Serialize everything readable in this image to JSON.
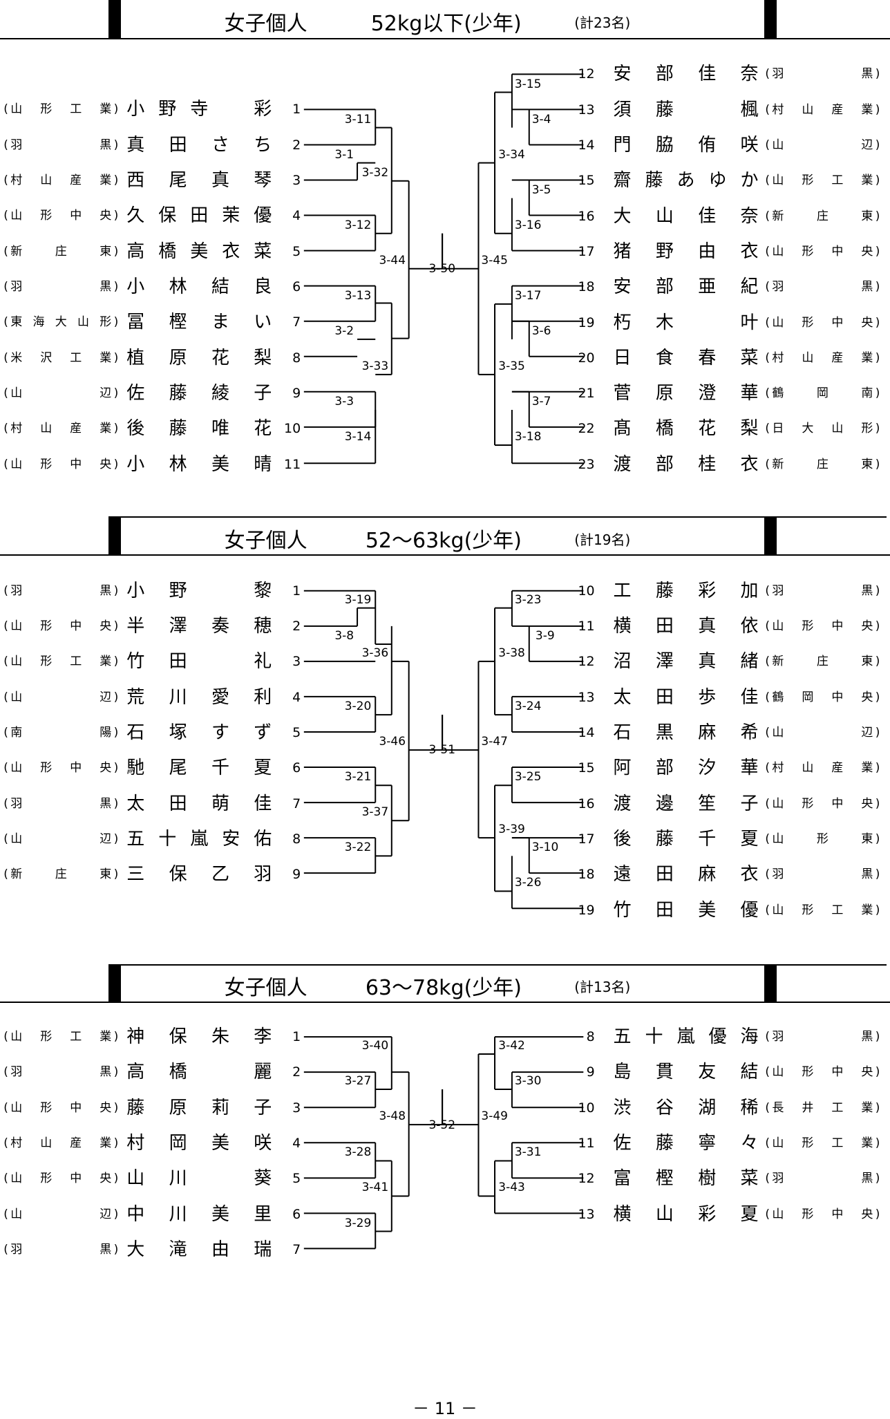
{
  "sections": [
    {
      "title": "女子個人",
      "weight": "52kg以下(少年)",
      "count": "(計23名)",
      "left": [
        {
          "school": "山形工業",
          "name": "小野寺　彩",
          "num": "1"
        },
        {
          "school": "羽黒",
          "name": "真田さち",
          "num": "2"
        },
        {
          "school": "村山産業",
          "name": "西尾真琴",
          "num": "3"
        },
        {
          "school": "山形中央",
          "name": "久保田茉優",
          "num": "4"
        },
        {
          "school": "新庄東",
          "name": "高橋美衣菜",
          "num": "5"
        },
        {
          "school": "羽黒",
          "name": "小林結良",
          "num": "6"
        },
        {
          "school": "東海大山形",
          "name": "冨樫まい",
          "num": "7"
        },
        {
          "school": "米沢工業",
          "name": "植原花梨",
          "num": "8"
        },
        {
          "school": "山辺",
          "name": "佐藤綾子",
          "num": "9"
        },
        {
          "school": "村山産業",
          "name": "後藤唯花",
          "num": "10"
        },
        {
          "school": "山形中央",
          "name": "小林美晴",
          "num": "11"
        }
      ],
      "right": [
        {
          "num": "12",
          "name": "安部佳奈",
          "school": "羽黒"
        },
        {
          "num": "13",
          "name": "須藤　楓",
          "school": "村山産業"
        },
        {
          "num": "14",
          "name": "門脇侑咲",
          "school": "山辺"
        },
        {
          "num": "15",
          "name": "齋藤あゆか",
          "school": "山形工業"
        },
        {
          "num": "16",
          "name": "大山佳奈",
          "school": "新庄東"
        },
        {
          "num": "17",
          "name": "猪野由衣",
          "school": "山形中央"
        },
        {
          "num": "18",
          "name": "安部亜紀",
          "school": "羽黒"
        },
        {
          "num": "19",
          "name": "朽木　叶",
          "school": "山形中央"
        },
        {
          "num": "20",
          "name": "日食春菜",
          "school": "村山産業"
        },
        {
          "num": "21",
          "name": "菅原澄華",
          "school": "鶴岡南"
        },
        {
          "num": "22",
          "name": "髙橋花梨",
          "school": "日大山形"
        },
        {
          "num": "23",
          "name": "渡部桂衣",
          "school": "新庄東"
        }
      ],
      "labels": [
        "3-11",
        "3-1",
        "3-32",
        "3-12",
        "3-44",
        "3-13",
        "3-2",
        "3-33",
        "3-3",
        "3-14",
        "3-50",
        "3-45",
        "3-15",
        "3-4",
        "3-34",
        "3-5",
        "3-16",
        "3-17",
        "3-6",
        "3-35",
        "3-7",
        "3-18"
      ]
    },
    {
      "title": "女子個人",
      "weight": "52～63kg(少年)",
      "count": "(計19名)",
      "left": [
        {
          "school": "羽黒",
          "name": "小野　黎",
          "num": "1"
        },
        {
          "school": "山形中央",
          "name": "半澤奏穂",
          "num": "2"
        },
        {
          "school": "山形工業",
          "name": "竹田　礼",
          "num": "3"
        },
        {
          "school": "山辺",
          "name": "荒川愛利",
          "num": "4"
        },
        {
          "school": "南陽",
          "name": "石塚すず",
          "num": "5"
        },
        {
          "school": "山形中央",
          "name": "馳尾千夏",
          "num": "6"
        },
        {
          "school": "羽黒",
          "name": "太田萌佳",
          "num": "7"
        },
        {
          "school": "山辺",
          "name": "五十嵐安佑",
          "num": "8"
        },
        {
          "school": "新庄東",
          "name": "三保乙羽",
          "num": "9"
        }
      ],
      "right": [
        {
          "num": "10",
          "name": "工藤彩加",
          "school": "羽黒"
        },
        {
          "num": "11",
          "name": "横田真依",
          "school": "山形中央"
        },
        {
          "num": "12",
          "name": "沼澤真緒",
          "school": "新庄東"
        },
        {
          "num": "13",
          "name": "太田歩佳",
          "school": "鶴岡中央"
        },
        {
          "num": "14",
          "name": "石黒麻希",
          "school": "山辺"
        },
        {
          "num": "15",
          "name": "阿部汐華",
          "school": "村山産業"
        },
        {
          "num": "16",
          "name": "渡邊笙子",
          "school": "山形中央"
        },
        {
          "num": "17",
          "name": "後藤千夏",
          "school": "山形東"
        },
        {
          "num": "18",
          "name": "遠田麻衣",
          "school": "羽黒"
        },
        {
          "num": "19",
          "name": "竹田美優",
          "school": "山形工業"
        }
      ],
      "labels": [
        "3-19",
        "3-8",
        "3-36",
        "3-20",
        "3-46",
        "3-21",
        "3-37",
        "3-22",
        "3-51",
        "3-47",
        "3-23",
        "3-9",
        "3-38",
        "3-24",
        "3-25",
        "3-39",
        "3-10",
        "3-26"
      ]
    },
    {
      "title": "女子個人",
      "weight": "63～78kg(少年)",
      "count": "(計13名)",
      "left": [
        {
          "school": "山形工業",
          "name": "神保朱李",
          "num": "1"
        },
        {
          "school": "羽黒",
          "name": "高橋　麗",
          "num": "2"
        },
        {
          "school": "山形中央",
          "name": "藤原莉子",
          "num": "3"
        },
        {
          "school": "村山産業",
          "name": "村岡美咲",
          "num": "4"
        },
        {
          "school": "山形中央",
          "name": "山川　葵",
          "num": "5"
        },
        {
          "school": "山辺",
          "name": "中川美里",
          "num": "6"
        },
        {
          "school": "羽黒",
          "name": "大滝由瑞",
          "num": "7"
        }
      ],
      "right": [
        {
          "num": "8",
          "name": "五十嵐優海",
          "school": "羽黒"
        },
        {
          "num": "9",
          "name": "島貫友結",
          "school": "山形中央"
        },
        {
          "num": "10",
          "name": "渋谷湖稀",
          "school": "長井工業"
        },
        {
          "num": "11",
          "name": "佐藤寧々",
          "school": "山形工業"
        },
        {
          "num": "12",
          "name": "富樫樹菜",
          "school": "羽黒"
        },
        {
          "num": "13",
          "name": "横山彩夏",
          "school": "山形中央"
        }
      ],
      "labels": [
        "3-40",
        "3-27",
        "3-48",
        "3-28",
        "3-41",
        "3-29",
        "3-52",
        "3-49",
        "3-42",
        "3-30",
        "3-31",
        "3-43"
      ]
    }
  ],
  "page_number": "－ 11 －"
}
